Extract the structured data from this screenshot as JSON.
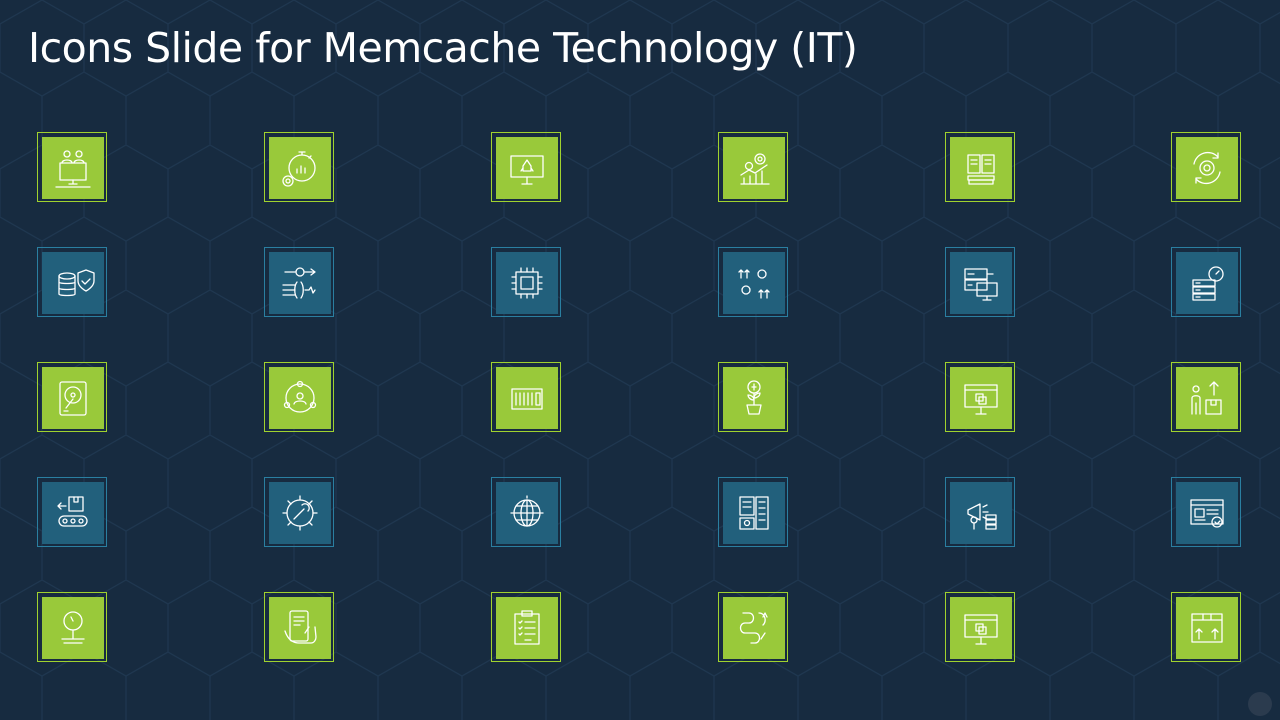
{
  "slide": {
    "title": "Icons Slide for Memcache Technology (IT)"
  },
  "colors": {
    "background": "#172b40",
    "tile_green": "#99c93a",
    "tile_blue": "#22607c",
    "icon_stroke": "#ffffff"
  },
  "icon_grid": {
    "rows": [
      {
        "style": "green",
        "icons": [
          "team-computer-icon",
          "stopwatch-gear-icon",
          "monitor-rocket-icon",
          "gear-growth-chart-icon",
          "book-stack-icon",
          "gear-refresh-icon"
        ]
      },
      {
        "style": "blue",
        "icons": [
          "database-shield-icon",
          "data-flow-process-icon",
          "processor-chip-icon",
          "gears-arrows-icon",
          "server-monitor-icon",
          "server-speed-icon"
        ]
      },
      {
        "style": "green",
        "icons": [
          "hard-drive-icon",
          "user-network-icon",
          "memory-card-icon",
          "plant-money-icon",
          "monitor-copy-icon",
          "person-box-upload-icon"
        ]
      },
      {
        "style": "blue",
        "icons": [
          "box-conveyor-icon",
          "gear-wrench-icon",
          "globe-grid-icon",
          "server-rack-icon",
          "megaphone-database-icon",
          "browser-check-icon"
        ]
      },
      {
        "style": "green",
        "icons": [
          "weighing-scale-icon",
          "mobile-hand-icon",
          "clipboard-checklist-icon",
          "winding-road-icon",
          "monitor-copy-icon",
          "package-arrows-icon"
        ]
      }
    ]
  }
}
